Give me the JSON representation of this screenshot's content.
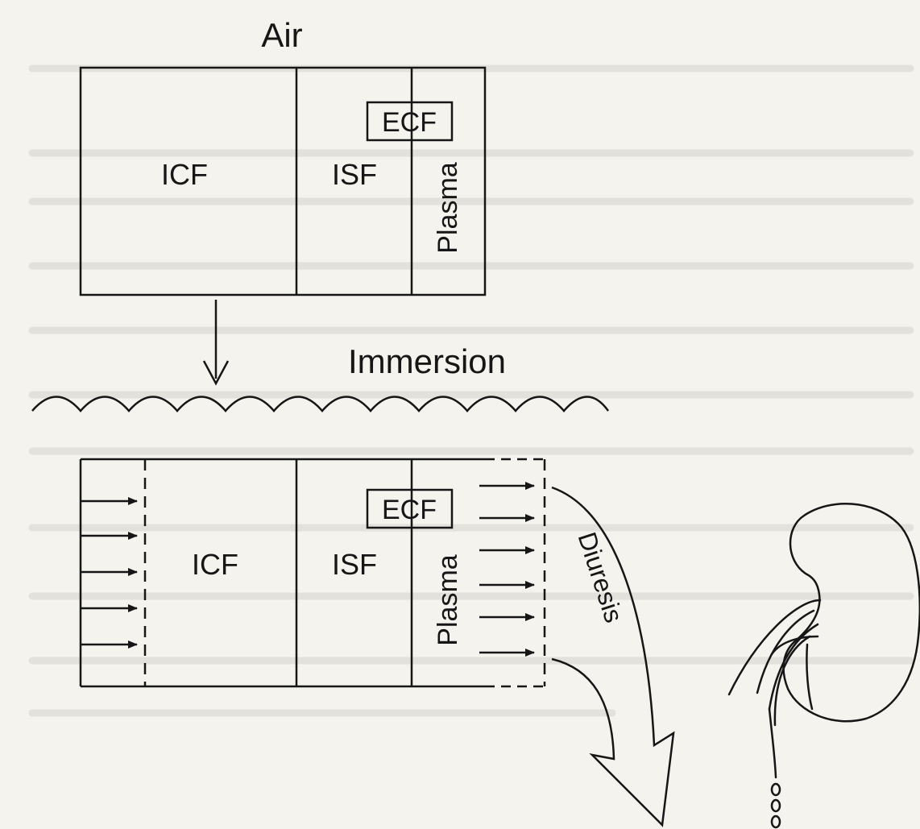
{
  "top_label": "Air",
  "middle_label": "Immersion",
  "panel_air": {
    "icf": "ICF",
    "isf": "ISF",
    "ecf": "ECF",
    "plasma": "Plasma"
  },
  "panel_immersion": {
    "icf": "ICF",
    "isf": "ISF",
    "ecf": "ECF",
    "plasma": "Plasma"
  },
  "outflow_label": "Diuresis",
  "colors": {
    "ink": "#161616",
    "paper": "#f4f3ee",
    "faded_text": "#d8d6cf"
  }
}
